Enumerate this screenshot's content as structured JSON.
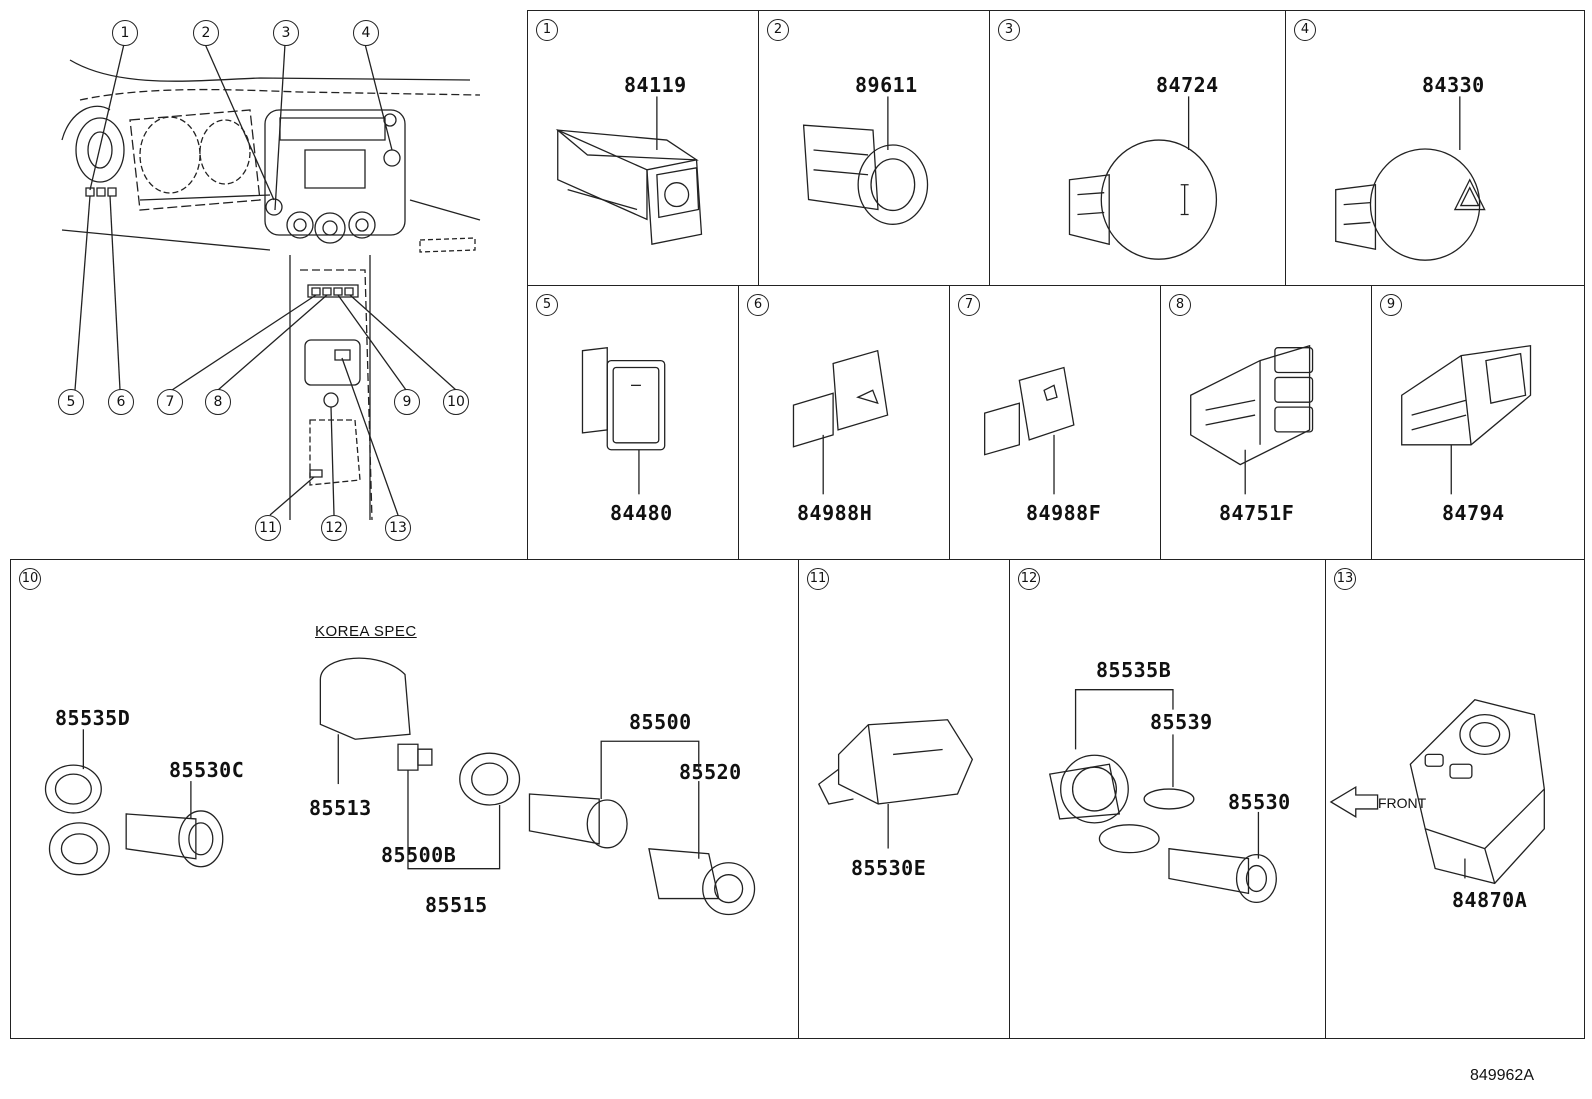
{
  "overview": {
    "callouts": [
      "1",
      "2",
      "3",
      "4",
      "5",
      "6",
      "7",
      "8",
      "9",
      "10",
      "11",
      "12",
      "13"
    ]
  },
  "panels": [
    {
      "num": "1",
      "parts": [
        "84119"
      ]
    },
    {
      "num": "2",
      "parts": [
        "89611"
      ]
    },
    {
      "num": "3",
      "parts": [
        "84724"
      ]
    },
    {
      "num": "4",
      "parts": [
        "84330"
      ]
    },
    {
      "num": "5",
      "parts": [
        "84480"
      ]
    },
    {
      "num": "6",
      "parts": [
        "84988H"
      ]
    },
    {
      "num": "7",
      "parts": [
        "84988F"
      ]
    },
    {
      "num": "8",
      "parts": [
        "84751F"
      ]
    },
    {
      "num": "9",
      "parts": [
        "84794"
      ]
    },
    {
      "num": "10",
      "parts": [
        "85535D",
        "85530C",
        "85513",
        "85500B",
        "85515",
        "85500",
        "85520"
      ],
      "note": "KOREA SPEC"
    },
    {
      "num": "11",
      "parts": [
        "85530E"
      ]
    },
    {
      "num": "12",
      "parts": [
        "85535B",
        "85539",
        "85530"
      ]
    },
    {
      "num": "13",
      "parts": [
        "84870A"
      ],
      "note": "FRONT"
    }
  ],
  "icons": {
    "switch_1": "headlight-dimmer-icon",
    "switch_2": "engine-start-stop-button-icon",
    "switch_3": "4wd-lock-button-icon",
    "switch_4": "hazard-warning-icon",
    "switch_5": "ac-power-outlet-switch-icon",
    "switch_6": "dac-switch-icon",
    "switch_7": "vsc-off-switch-icon",
    "switch_8": "seat-heater-switch-icon",
    "switch_9": "rear-defogger-switch-icon",
    "switch_11": "power-outlet-icon",
    "switch_12": "cigarette-lighter-socket-icon",
    "switch_13": "mirror-control-switch-icon"
  },
  "footer": {
    "ref": "849962A"
  }
}
